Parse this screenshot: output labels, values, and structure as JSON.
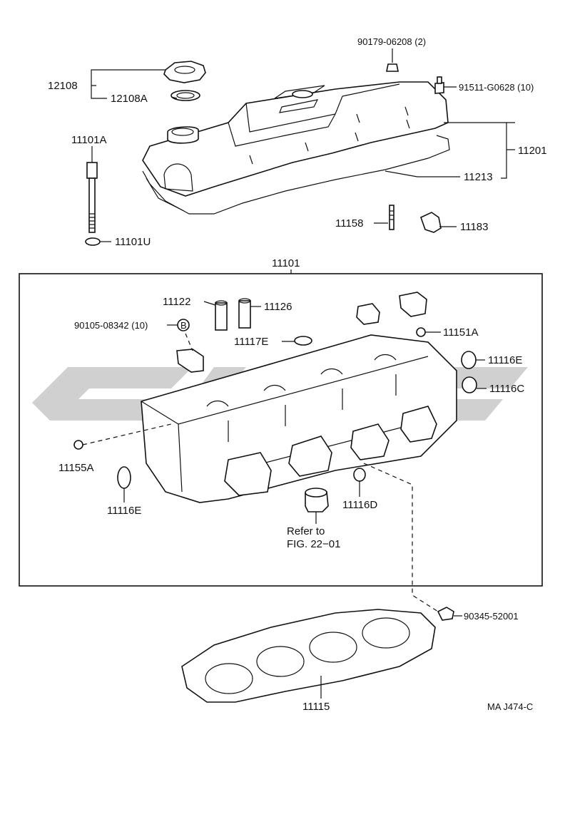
{
  "labels": {
    "p90179": "90179-06208 (2)",
    "p12108": "12108",
    "p12108A": "12108A",
    "p91511": "91511-G0628 (10)",
    "p11201": "11201",
    "p11213": "11213",
    "p11101A": "11101A",
    "p11158": "11158",
    "p11183": "11183",
    "p11101U": "11101U",
    "p11101": "11101",
    "p11122": "11122",
    "p11126": "11126",
    "p90105": "90105-08342 (10)",
    "p90105_mark": "B",
    "p11117E": "11117E",
    "p11151A": "11151A",
    "p11116E_r": "11116E",
    "p11116C": "11116C",
    "p11155A": "11155A",
    "p11116E_l": "11116E",
    "p11116D": "11116D",
    "refer1": "Refer to",
    "refer2": "FIG. 22−01",
    "p90345": "90345-52001",
    "p11115": "11115",
    "code": "MA J474-C"
  }
}
